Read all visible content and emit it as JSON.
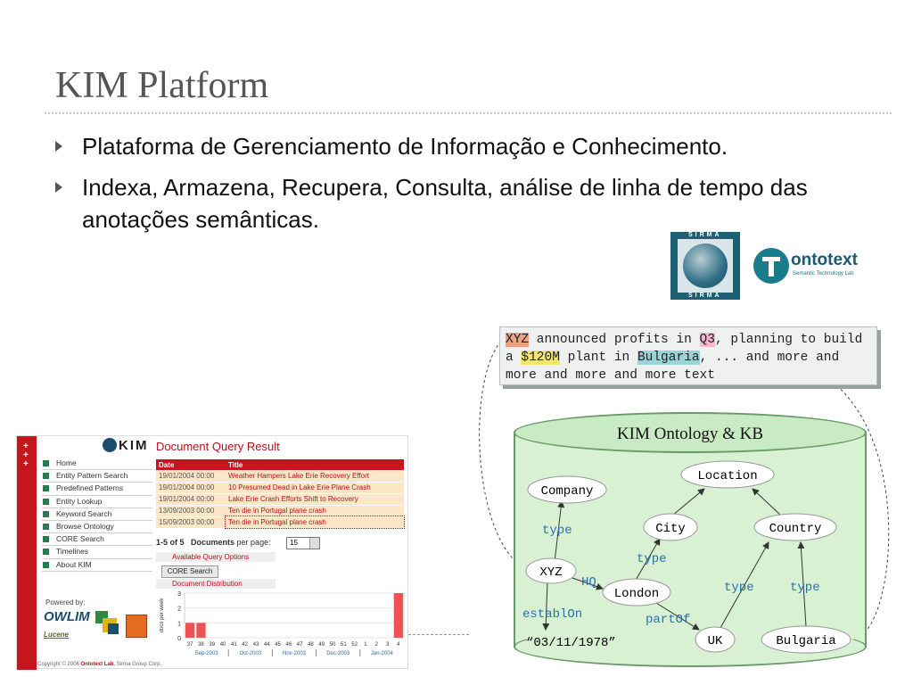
{
  "slide": {
    "title": "KIM Platform",
    "bullets": [
      "Plataforma de Gerenciamento de Informação e Conhecimento.",
      "Indexa, Armazena, Recupera, Consulta, análise de linha de tempo das anotações semânticas."
    ]
  },
  "logos": {
    "sirma": "SIRMA",
    "ontotext": "ontotext",
    "ontotext_tagline": "Semantic Technology Lab"
  },
  "annotation": {
    "org": "XYZ",
    "t1": " announced profits in ",
    "date": "Q3",
    "t2": ", planning to build a ",
    "money": "$120M",
    "t3": " plant in ",
    "loc": "Bulgaria",
    "t4": ", ... and more and more and more and more text"
  },
  "ontology": {
    "title": "KIM Ontology & KB",
    "nodes": {
      "location": "Location",
      "company": "Company",
      "city": "City",
      "country": "Country",
      "xyz": "XYZ",
      "london": "London",
      "uk": "UK",
      "bulgaria": "Bulgaria",
      "date_value": "“03/11/1978”"
    },
    "relations": {
      "type_company": "type",
      "type_city": "type",
      "hq": "HQ",
      "type_uk": "type",
      "type_bulgaria": "type",
      "part_of": "partOf",
      "established_on": "establOn"
    }
  },
  "kim_app": {
    "logo": "KIM",
    "nav": [
      "Home",
      "Entity Pattern Search",
      "Predefined Patterns",
      "Entity Lookup",
      "Keyword Search",
      "Browse Ontology",
      "CORE Search",
      "Timelines",
      "About KIM"
    ],
    "powered_by": "Powered by:",
    "owlim": "OWLIM",
    "lucene": "Lucene",
    "result_title": "Document Query Result",
    "table": {
      "headers": [
        "Date",
        "Title"
      ],
      "rows": [
        {
          "date": "19/01/2004 00:00",
          "title": "Weather Hampers Lake Erie Recovery Effort"
        },
        {
          "date": "19/01/2004 00:00",
          "title": "10 Presumed Dead in Lake Erie Plane Crash"
        },
        {
          "date": "19/01/2004 00:00",
          "title": "Lake Erie Crash Efforts Shift to Recovery"
        },
        {
          "date": "13/09/2003 00:00",
          "title": "Ten die in Portugal plane crash"
        },
        {
          "date": "15/09/2003 00:00",
          "title": "Ten die in Portugal plane crash"
        }
      ]
    },
    "paging_count": "1-5 of 5",
    "paging_label": "Documents",
    "paging_suffix": " per page:",
    "per_page": "15",
    "available_options": "Available Query Options",
    "core_search_button": "CORE Search",
    "doc_distribution": "Document Distribution",
    "footer_prefix": "Copyright © 2006 ",
    "footer_lab": "Ontotext Lab",
    "footer_suffix": ", Sirma Group Corp."
  },
  "chart_data": {
    "type": "bar",
    "ylabel": "docs per week",
    "ylim": [
      0,
      3
    ],
    "yticks": [
      0,
      1,
      2,
      3
    ],
    "categories": [
      "37",
      "38",
      "39",
      "40",
      "41",
      "42",
      "43",
      "44",
      "45",
      "46",
      "47",
      "48",
      "49",
      "50",
      "51",
      "52",
      "1",
      "2",
      "3",
      "4"
    ],
    "values": [
      1,
      1,
      0,
      0,
      0,
      0,
      0,
      0,
      0,
      0,
      0,
      0,
      0,
      0,
      0,
      0,
      0,
      0,
      0,
      3
    ],
    "months": [
      "Sep-2003",
      "Oct-2003",
      "Nov-2003",
      "Dec-2003",
      "Jan-2004"
    ]
  }
}
